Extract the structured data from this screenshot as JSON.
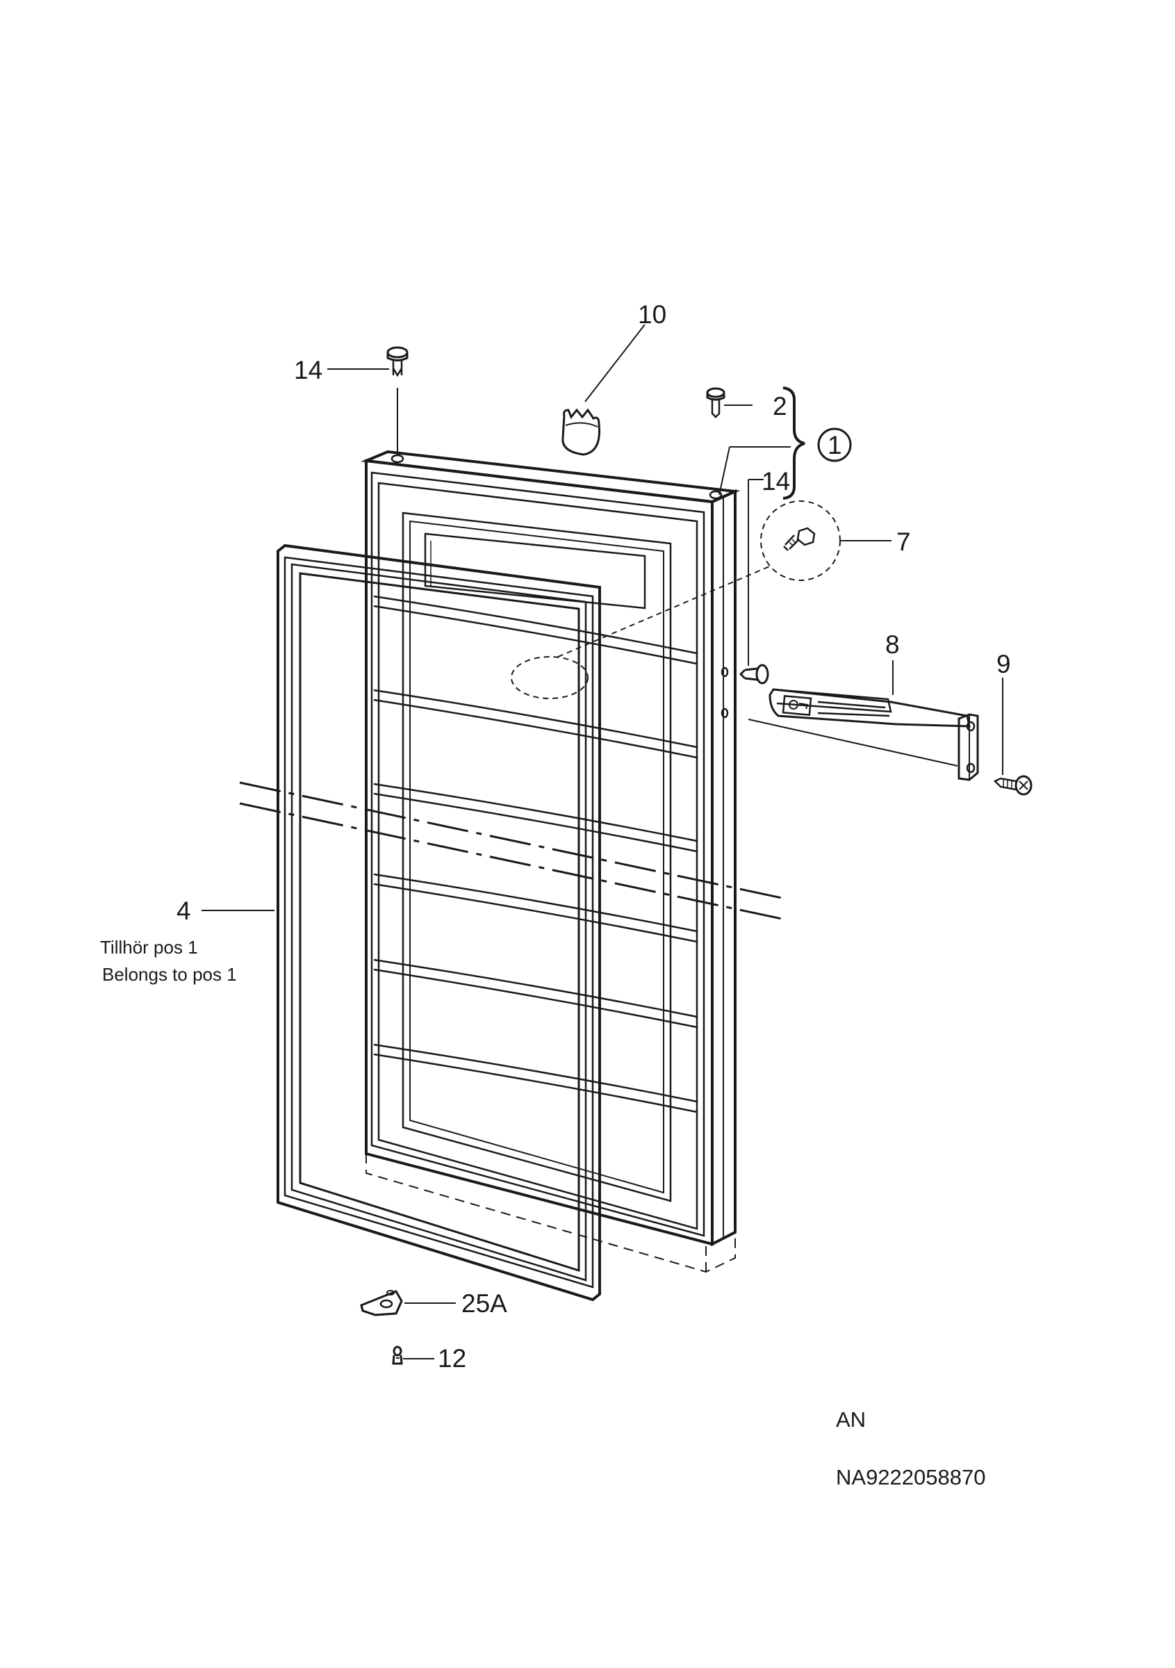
{
  "callouts": {
    "p10": "10",
    "p14_top": "14",
    "p2": "2",
    "p1": "1",
    "p14_right": "14",
    "p7": "7",
    "p8": "8",
    "p9": "9",
    "p4": "4",
    "p25a": "25A",
    "p12": "12"
  },
  "notes": {
    "swedish": "Tillhör pos 1",
    "english": "Belongs to pos 1"
  },
  "footer": {
    "variant": "AN",
    "part_number": "NA9222058870"
  },
  "parts": {
    "door": "door-panel",
    "gasket": "door-gasket",
    "handle": "door-handle",
    "hinge_pin": "hinge-pin",
    "cover_cap": "cover-cap",
    "screw": "screw",
    "bracket": "bottom-hinge-bracket",
    "clip": "clip"
  }
}
